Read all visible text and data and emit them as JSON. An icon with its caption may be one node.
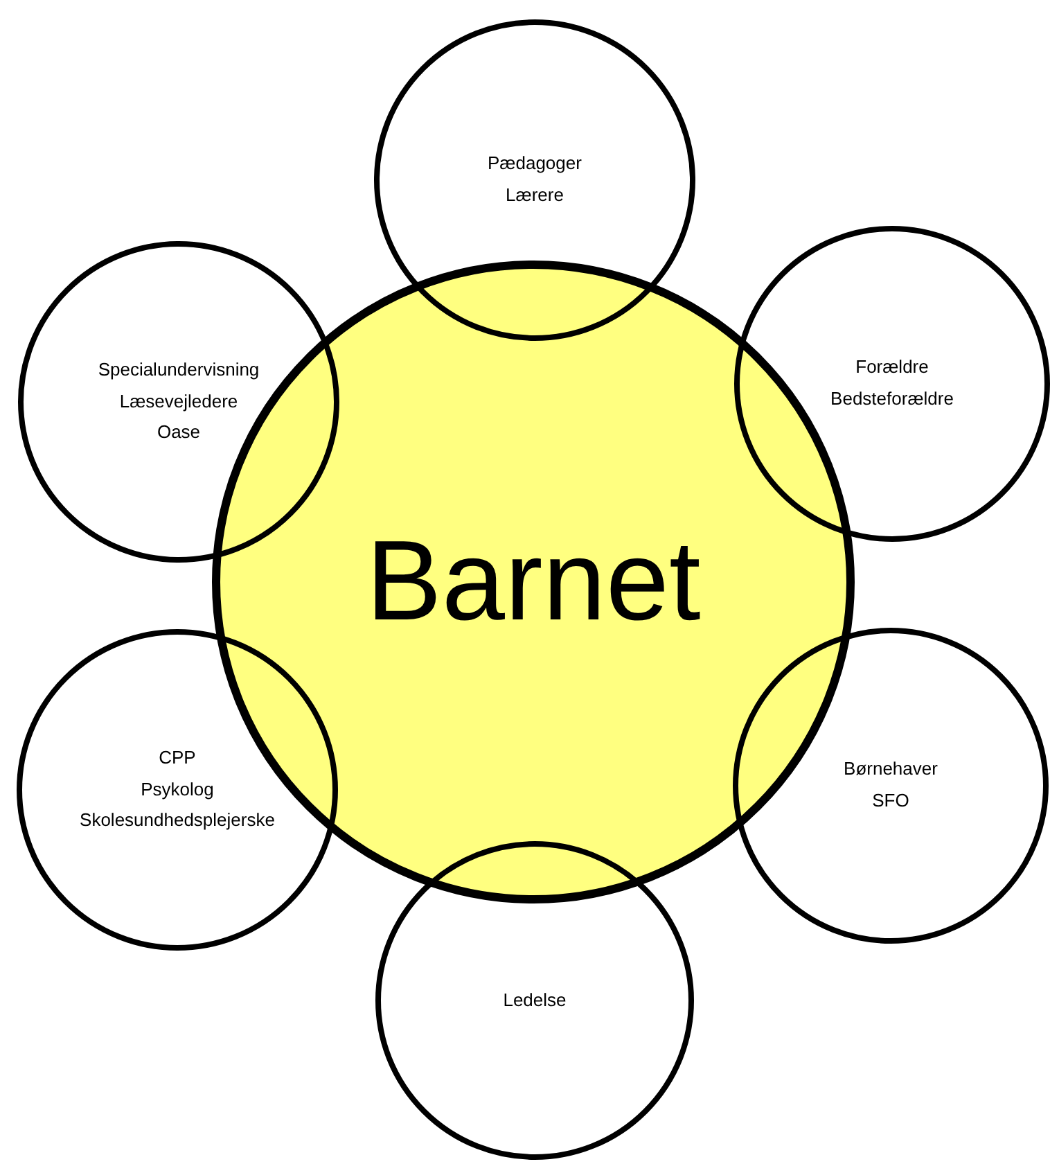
{
  "diagram": {
    "nodes": [
      {
        "text": [
          "Barnet"
        ]
      },
      {
        "text": [
          "Pædagoger",
          "Lærere"
        ]
      },
      {
        "text": [
          "Specialundervisning",
          "Læsevejledere",
          "Oase"
        ]
      },
      {
        "text": [
          "Forældre",
          "Bedsteforældre"
        ]
      },
      {
        "text": [
          "CPP",
          "Psykolog",
          "Skolesundhedsplejerske"
        ]
      },
      {
        "text": [
          "Børnehaver",
          "SFO"
        ]
      },
      {
        "text": [
          "Ledelse"
        ]
      }
    ]
  }
}
